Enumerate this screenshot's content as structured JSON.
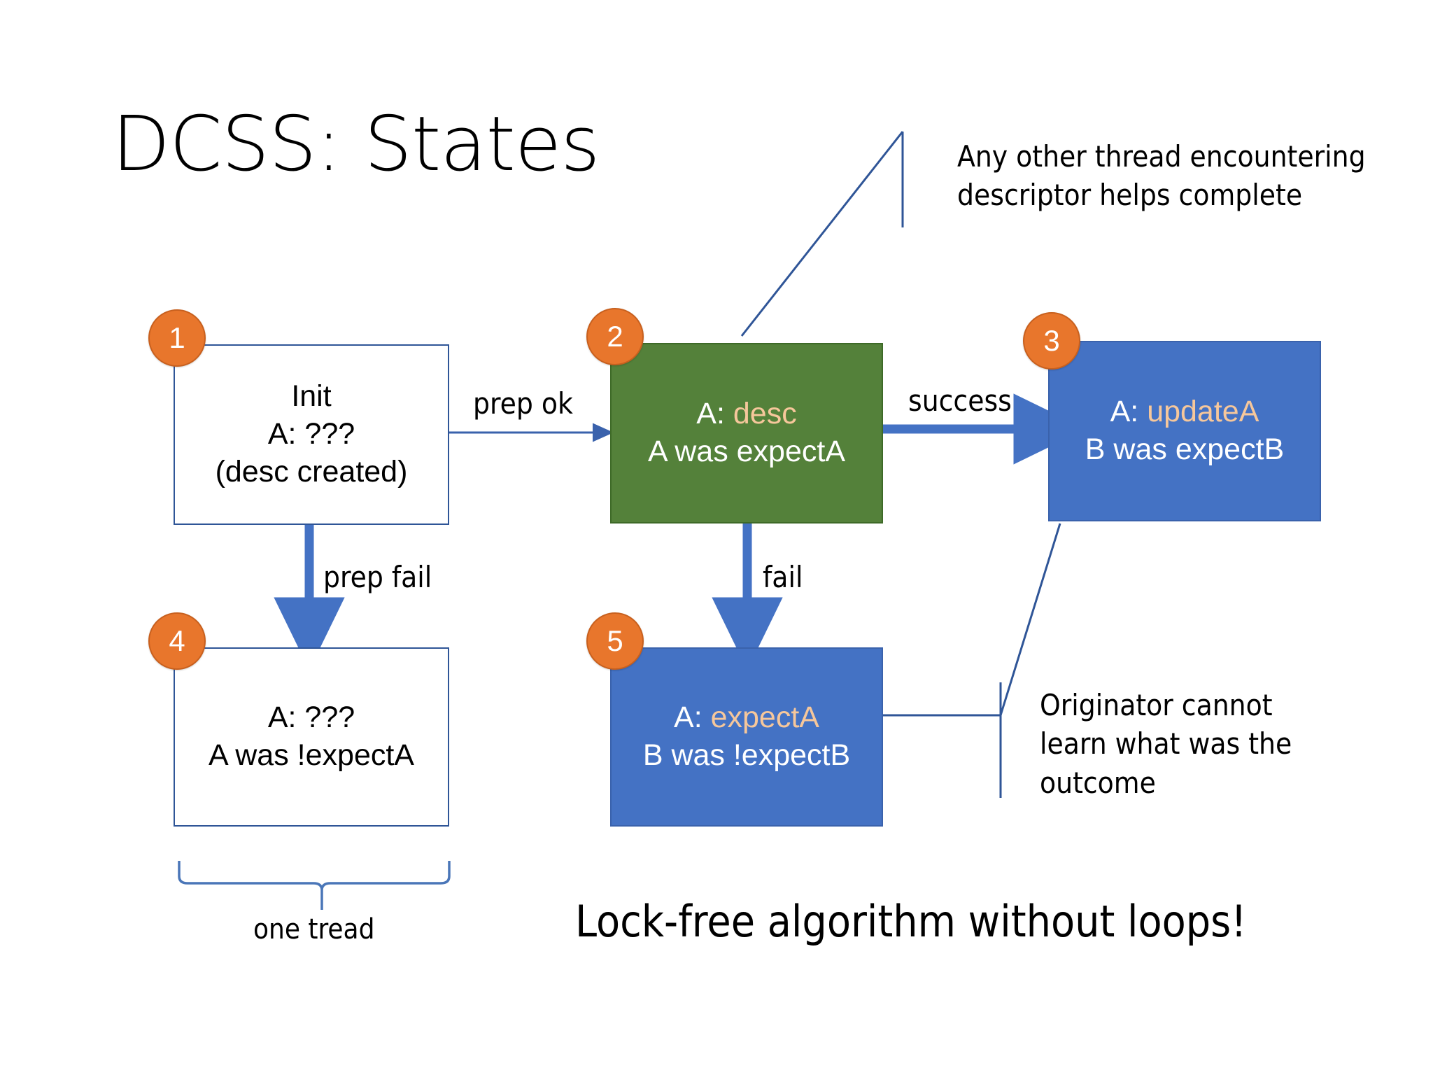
{
  "slide": {
    "title": "DCSS: States",
    "tagline": "Lock-free algorithm without loops!"
  },
  "colors": {
    "badge_fill": "#E8762C",
    "badge_stroke": "#C8601E",
    "green_fill": "#54813A",
    "blue_fill": "#4472C4",
    "box_stroke": "#2F5597",
    "arrow": "#4472C4",
    "thin_line": "#3A62AC",
    "accent_text": "#F6C79B"
  },
  "nodes": [
    {
      "number": "1",
      "style": "white",
      "lines": [
        {
          "text": "Init",
          "accent": ""
        },
        {
          "text": "A: ???",
          "accent": ""
        },
        {
          "text": "(desc created)",
          "accent": ""
        }
      ]
    },
    {
      "number": "2",
      "style": "green",
      "lines": [
        {
          "text": "A: ",
          "accent": "desc"
        },
        {
          "text": "A was expectA",
          "accent": ""
        }
      ]
    },
    {
      "number": "3",
      "style": "blue",
      "lines": [
        {
          "text": "A: ",
          "accent": "updateA"
        },
        {
          "text": "B was expectB",
          "accent": ""
        }
      ]
    },
    {
      "number": "4",
      "style": "white",
      "lines": [
        {
          "text": "A: ???",
          "accent": ""
        },
        {
          "text": "A was !expectA",
          "accent": ""
        }
      ]
    },
    {
      "number": "5",
      "style": "blue",
      "lines": [
        {
          "text": "A: ",
          "accent": "expectA"
        },
        {
          "text": "B was !expectB",
          "accent": ""
        }
      ]
    }
  ],
  "edges": [
    {
      "label": "prep ok",
      "from": "1",
      "to": "2",
      "weight": "thin"
    },
    {
      "label": "success",
      "from": "2",
      "to": "3",
      "weight": "thick"
    },
    {
      "label": "prep fail",
      "from": "1",
      "to": "4",
      "weight": "thick"
    },
    {
      "label": "fail",
      "from": "2",
      "to": "5",
      "weight": "thick"
    }
  ],
  "annotations": [
    {
      "id": "helper-note",
      "lines": [
        "Any other thread encountering",
        "descriptor helps complete"
      ]
    },
    {
      "id": "originator-note",
      "lines": [
        "Originator cannot",
        "learn what was the",
        "outcome"
      ]
    }
  ],
  "brace": {
    "label": "one tread"
  }
}
